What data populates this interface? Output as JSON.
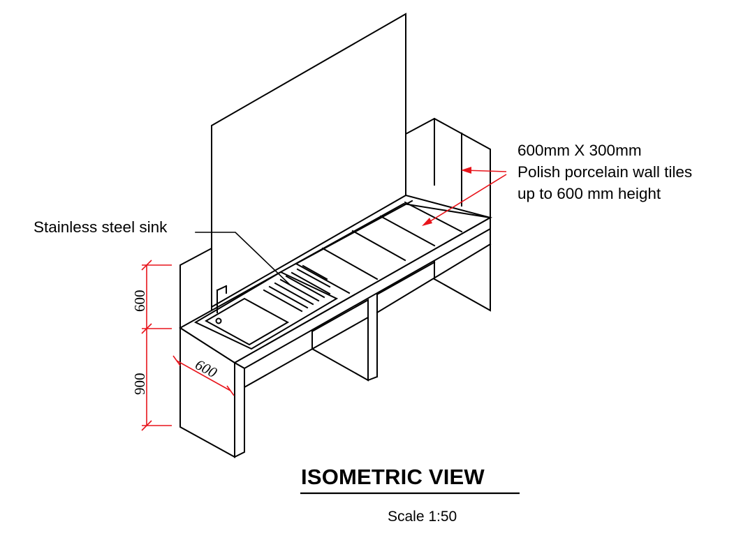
{
  "title": "ISOMETRIC VIEW",
  "scale": "Scale 1:50",
  "annotations": {
    "sink": "Stainless steel sink",
    "tiles_line1": "600mm X 300mm",
    "tiles_line2": "Polish porcelain wall tiles",
    "tiles_line3": "up to 600 mm height"
  },
  "dimensions": {
    "wall_tile_height": "600",
    "counter_height": "900",
    "counter_depth": "600"
  },
  "colors": {
    "linework": "#000000",
    "dimension": "#e8141b"
  }
}
